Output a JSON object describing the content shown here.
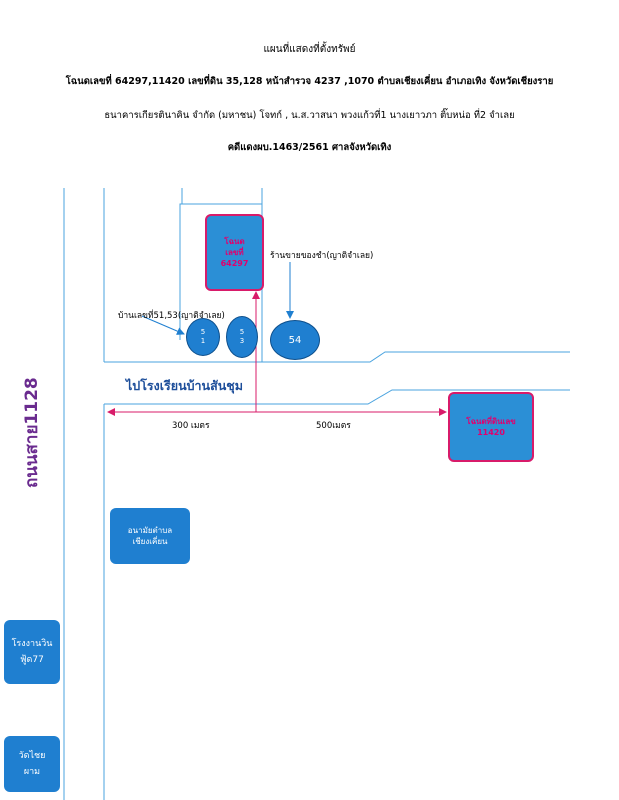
{
  "header": {
    "title": "แผนที่แสดงที่ตั้งทรัพย์",
    "line1": "โฉนดเลขที่ 64297,11420 เลขที่ดิน 35,128 หน้าสำรวจ 4237 ,1070 ตำบลเชียงเคี่ยน อำเภอเทิง จังหวัดเชียงราย",
    "line2": "ธนาคารเกียรตินาคิน จำกัด (มหาชน) โจทก์ , น.ส.วาสนา พวงแก้วที่1 นางเยาวภา ติ๊บหน่อ ที่2 จำเลย",
    "line3": "คดีแดงผบ.1463/2561 ศาลจังหวัดเทิง"
  },
  "map": {
    "property_box_lines": [
      "โฉนด",
      "เลขที่",
      "64297"
    ],
    "property_box2_lines": [
      "โฉนดที่ดินเลข",
      "11420"
    ],
    "health_box_lines": [
      "อนามัยตำบล",
      "เชียงเคี่ยน"
    ],
    "factory_box_lines": [
      "โรงงานวิน",
      "ฟู้ด77"
    ],
    "temple_box_lines": [
      "วัดไชย",
      "ผาม"
    ],
    "house_label": "บ้านเลขที่51,53(ญาติจำเลย)",
    "shop_label": "ร้านขายของชำ(ญาติจำเลย)",
    "oval1": [
      "5",
      "1"
    ],
    "oval2": [
      "5",
      "3"
    ],
    "oval3": "54",
    "school_direction": "ไปโรงเรียนบ้านสันชุม",
    "road_label": "ถนนสาย1128",
    "distance_left": "300 เมตร",
    "distance_right": "500เมตร"
  },
  "colors": {
    "road_line": "#4aa3df",
    "arrow": "#d81b6a",
    "box_fill": "#1f7fd0",
    "box_border": "#d81b6a"
  }
}
